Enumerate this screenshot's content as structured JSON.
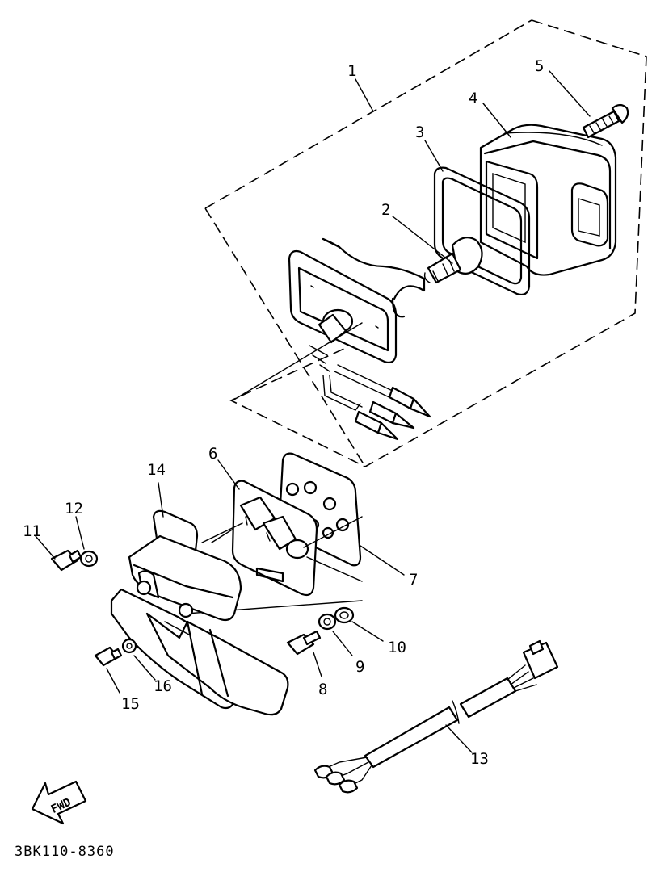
{
  "diagram": {
    "part_labels": {
      "p1": "1",
      "p2": "2",
      "p3": "3",
      "p4": "4",
      "p5": "5",
      "p6": "6",
      "p7": "7",
      "p8": "8",
      "p9": "9",
      "p10": "10",
      "p11": "11",
      "p12": "12",
      "p13": "13",
      "p14": "14",
      "p15": "15",
      "p16": "16"
    },
    "fwd_arrow_label": "FWD",
    "drawing_code": "3BK110-8360"
  }
}
